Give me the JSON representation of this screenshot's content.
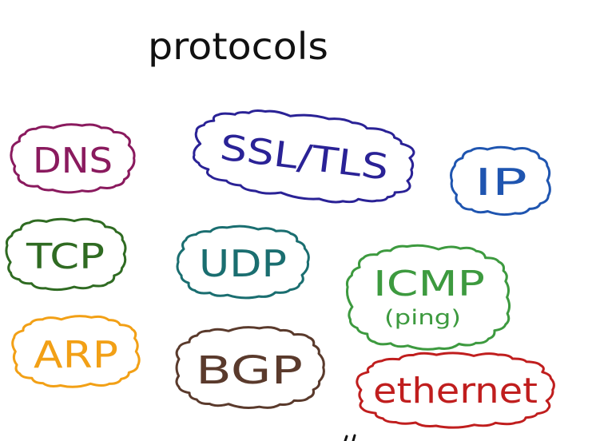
{
  "title": "protocols",
  "protocols": [
    {
      "label": "DNS",
      "color": "#8a1a5e"
    },
    {
      "label": "SSL/TLS",
      "color": "#2a2296"
    },
    {
      "label": "IP",
      "color": "#1f55b0"
    },
    {
      "label": "TCP",
      "color": "#2f6b22"
    },
    {
      "label": "UDP",
      "color": "#1a6e70"
    },
    {
      "label": "ICMP",
      "sublabel": "(ping)",
      "color": "#3d9a3f"
    },
    {
      "label": "ARP",
      "color": "#f2a016"
    },
    {
      "label": "BGP",
      "color": "#5a3a2c"
    },
    {
      "label": "ethernet",
      "color": "#c01e1e"
    }
  ]
}
